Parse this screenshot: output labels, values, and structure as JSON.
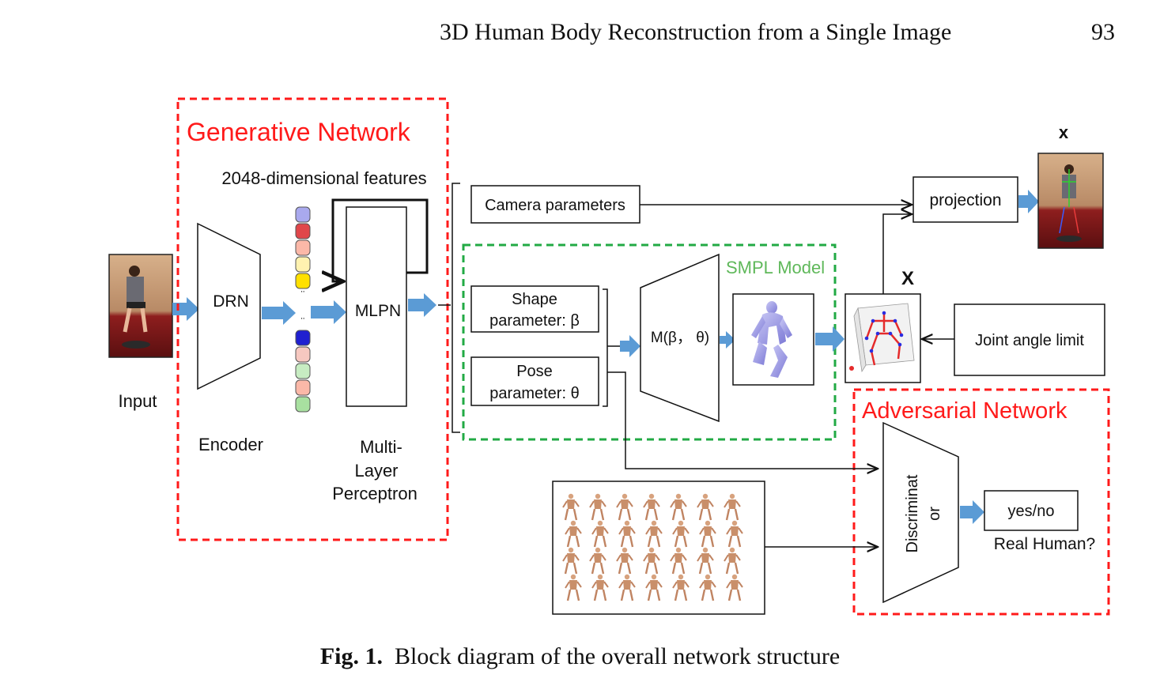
{
  "header": {
    "title": "3D Human Body Reconstruction from a Single Image",
    "page_number": "93"
  },
  "figure": {
    "input_label": "Input",
    "generative_network": {
      "title": "Generative Network",
      "features_label": "2048-dimensional features",
      "encoder_block": "DRN",
      "encoder_label": "Encoder",
      "mlp_block": "MLPN",
      "mlp_label_lines": [
        "Multi-",
        "Layer",
        "Perceptron"
      ],
      "feature_colors_top": [
        "#a9a9ee",
        "#e0464a",
        "#fbb8a8",
        "#fff2b0",
        "#ffe000"
      ],
      "feature_colors_bottom": [
        "#2020d0",
        "#f6c8c0",
        "#c7ecc2",
        "#fbb8a8",
        "#a8e0a0"
      ]
    },
    "camera_parameters": "Camera parameters",
    "projection": "projection",
    "projected_image_label": "x",
    "smpl_model": {
      "title": "SMPL Model",
      "shape_param_lines": [
        "Shape",
        "parameter: β"
      ],
      "pose_param_lines": [
        "Pose",
        "parameter: θ"
      ],
      "function_label": "M(β， θ)"
    },
    "joints_label": "X",
    "joint_angle_limit": "Joint angle limit",
    "adversarial_network": {
      "title": "Adversarial Network",
      "discriminator_lines": [
        "Discriminat",
        "or"
      ],
      "output": "yes/no",
      "question": "Real Human?"
    },
    "colors": {
      "generative_border": "#ff1a1a",
      "smpl_border": "#22aa44",
      "adversarial_border": "#ff1a1a",
      "arrow_fill": "#5b9bd5",
      "line": "#111111"
    }
  },
  "caption": {
    "label": "Fig. 1.",
    "text": "Block diagram of the overall network structure"
  }
}
